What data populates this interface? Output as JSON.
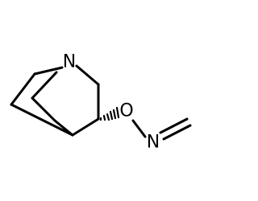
{
  "molecule": {
    "atoms": {
      "nitrogen_ring": "N",
      "oxygen": "O",
      "nitrogen_imine": "N"
    },
    "bond_color": "#000000",
    "label_color": "#000000",
    "background": "#ffffff"
  }
}
